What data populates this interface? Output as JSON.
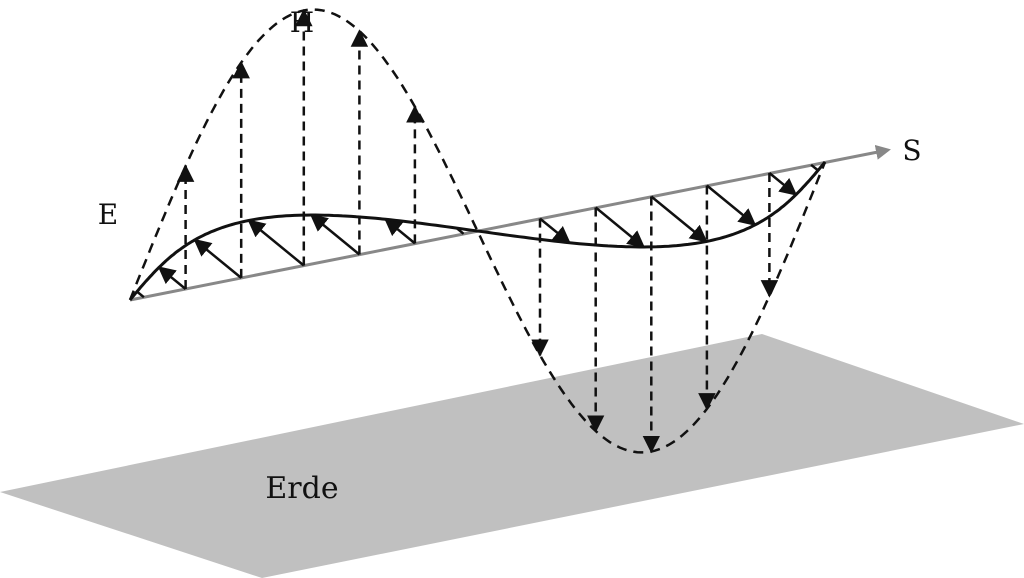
{
  "labels": {
    "h_field": "H",
    "e_field": "E",
    "direction": "S",
    "ground": "Erde"
  },
  "colors": {
    "ground": "#c0c0c0",
    "axis": "#888888",
    "wave": "#111111"
  }
}
